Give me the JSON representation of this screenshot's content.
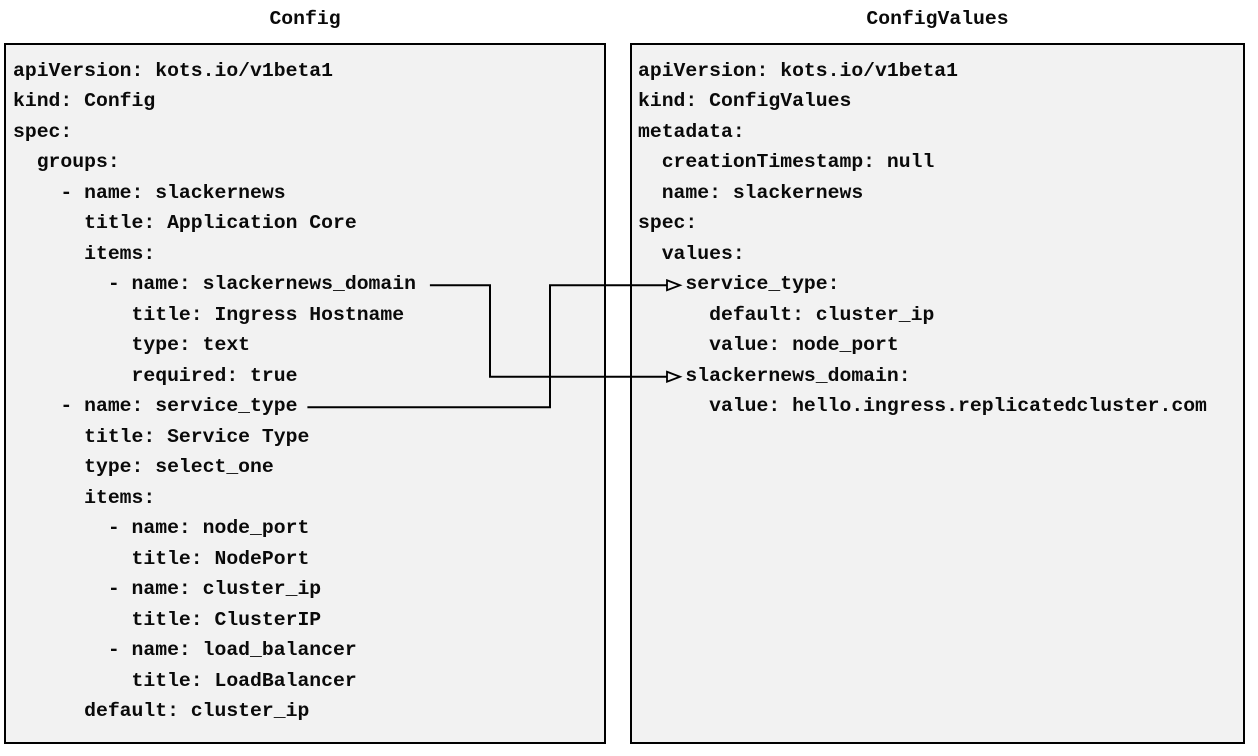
{
  "panels": {
    "config": {
      "title": "Config",
      "lines": [
        "apiVersion: kots.io/v1beta1",
        "kind: Config",
        "spec:",
        "  groups:",
        "    - name: slackernews",
        "      title: Application Core",
        "      items:",
        "        - name: slackernews_domain",
        "          title: Ingress Hostname",
        "          type: text",
        "          required: true",
        "    - name: service_type",
        "      title: Service Type",
        "      type: select_one",
        "      items:",
        "        - name: node_port",
        "          title: NodePort",
        "        - name: cluster_ip",
        "          title: ClusterIP",
        "        - name: load_balancer",
        "          title: LoadBalancer",
        "      default: cluster_ip"
      ]
    },
    "config_values": {
      "title": "ConfigValues",
      "lines": [
        "apiVersion: kots.io/v1beta1",
        "kind: ConfigValues",
        "metadata:",
        "  creationTimestamp: null",
        "  name: slackernews",
        "spec:",
        "  values:",
        "    service_type:",
        "      default: cluster_ip",
        "      value: node_port",
        "    slackernews_domain:",
        "      value: hello.ingress.replicatedcluster.com"
      ]
    }
  },
  "connectors": [
    {
      "from": "slackernews_domain",
      "to": "slackernews_domain:",
      "from_row": 7,
      "to_row": 10
    },
    {
      "from": "service_type",
      "to": "service_type:",
      "from_row": 11,
      "to_row": 7
    }
  ],
  "colors": {
    "page_bg": "#ffffff",
    "panel_fill": "#f2f2f2",
    "panel_border": "#000000",
    "text": "#0a0a0a",
    "connector_line": "#000000"
  }
}
